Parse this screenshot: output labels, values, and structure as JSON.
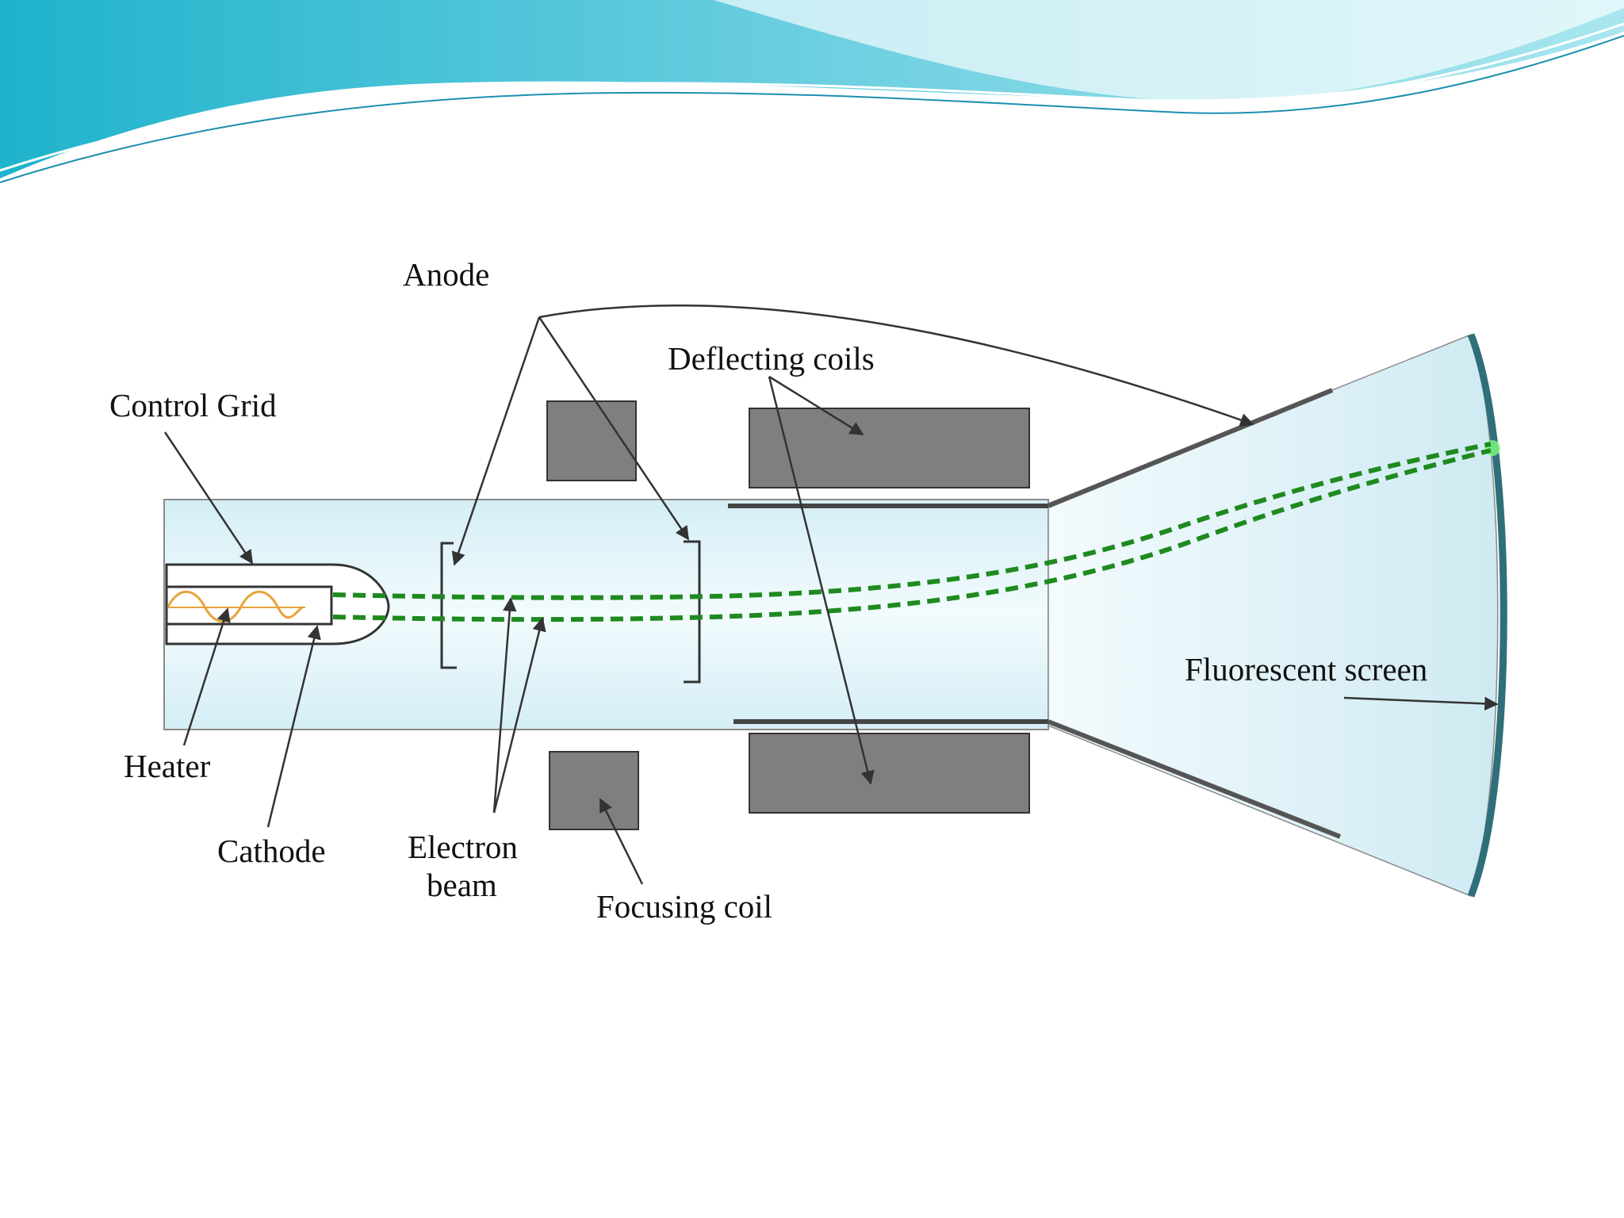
{
  "slide": {
    "theme_colors": {
      "wave_dark": "#1aa7c4",
      "wave_light": "#9fe3ee",
      "background": "#ffffff"
    }
  },
  "diagram": {
    "labels": {
      "anode": "Anode",
      "deflecting_coils": "Deflecting coils",
      "control_grid": "Control Grid",
      "heater": "Heater",
      "cathode": "Cathode",
      "electron_beam_line1": "Electron",
      "electron_beam_line2": "beam",
      "focusing_coil": "Focusing coil",
      "fluorescent_screen": "Fluorescent screen"
    },
    "colors": {
      "coil": "#7f7f7f",
      "tube_fill": "#dff3f9",
      "beam": "#1f8a1f",
      "heater": "#e8a33a",
      "outline": "#333333"
    }
  }
}
